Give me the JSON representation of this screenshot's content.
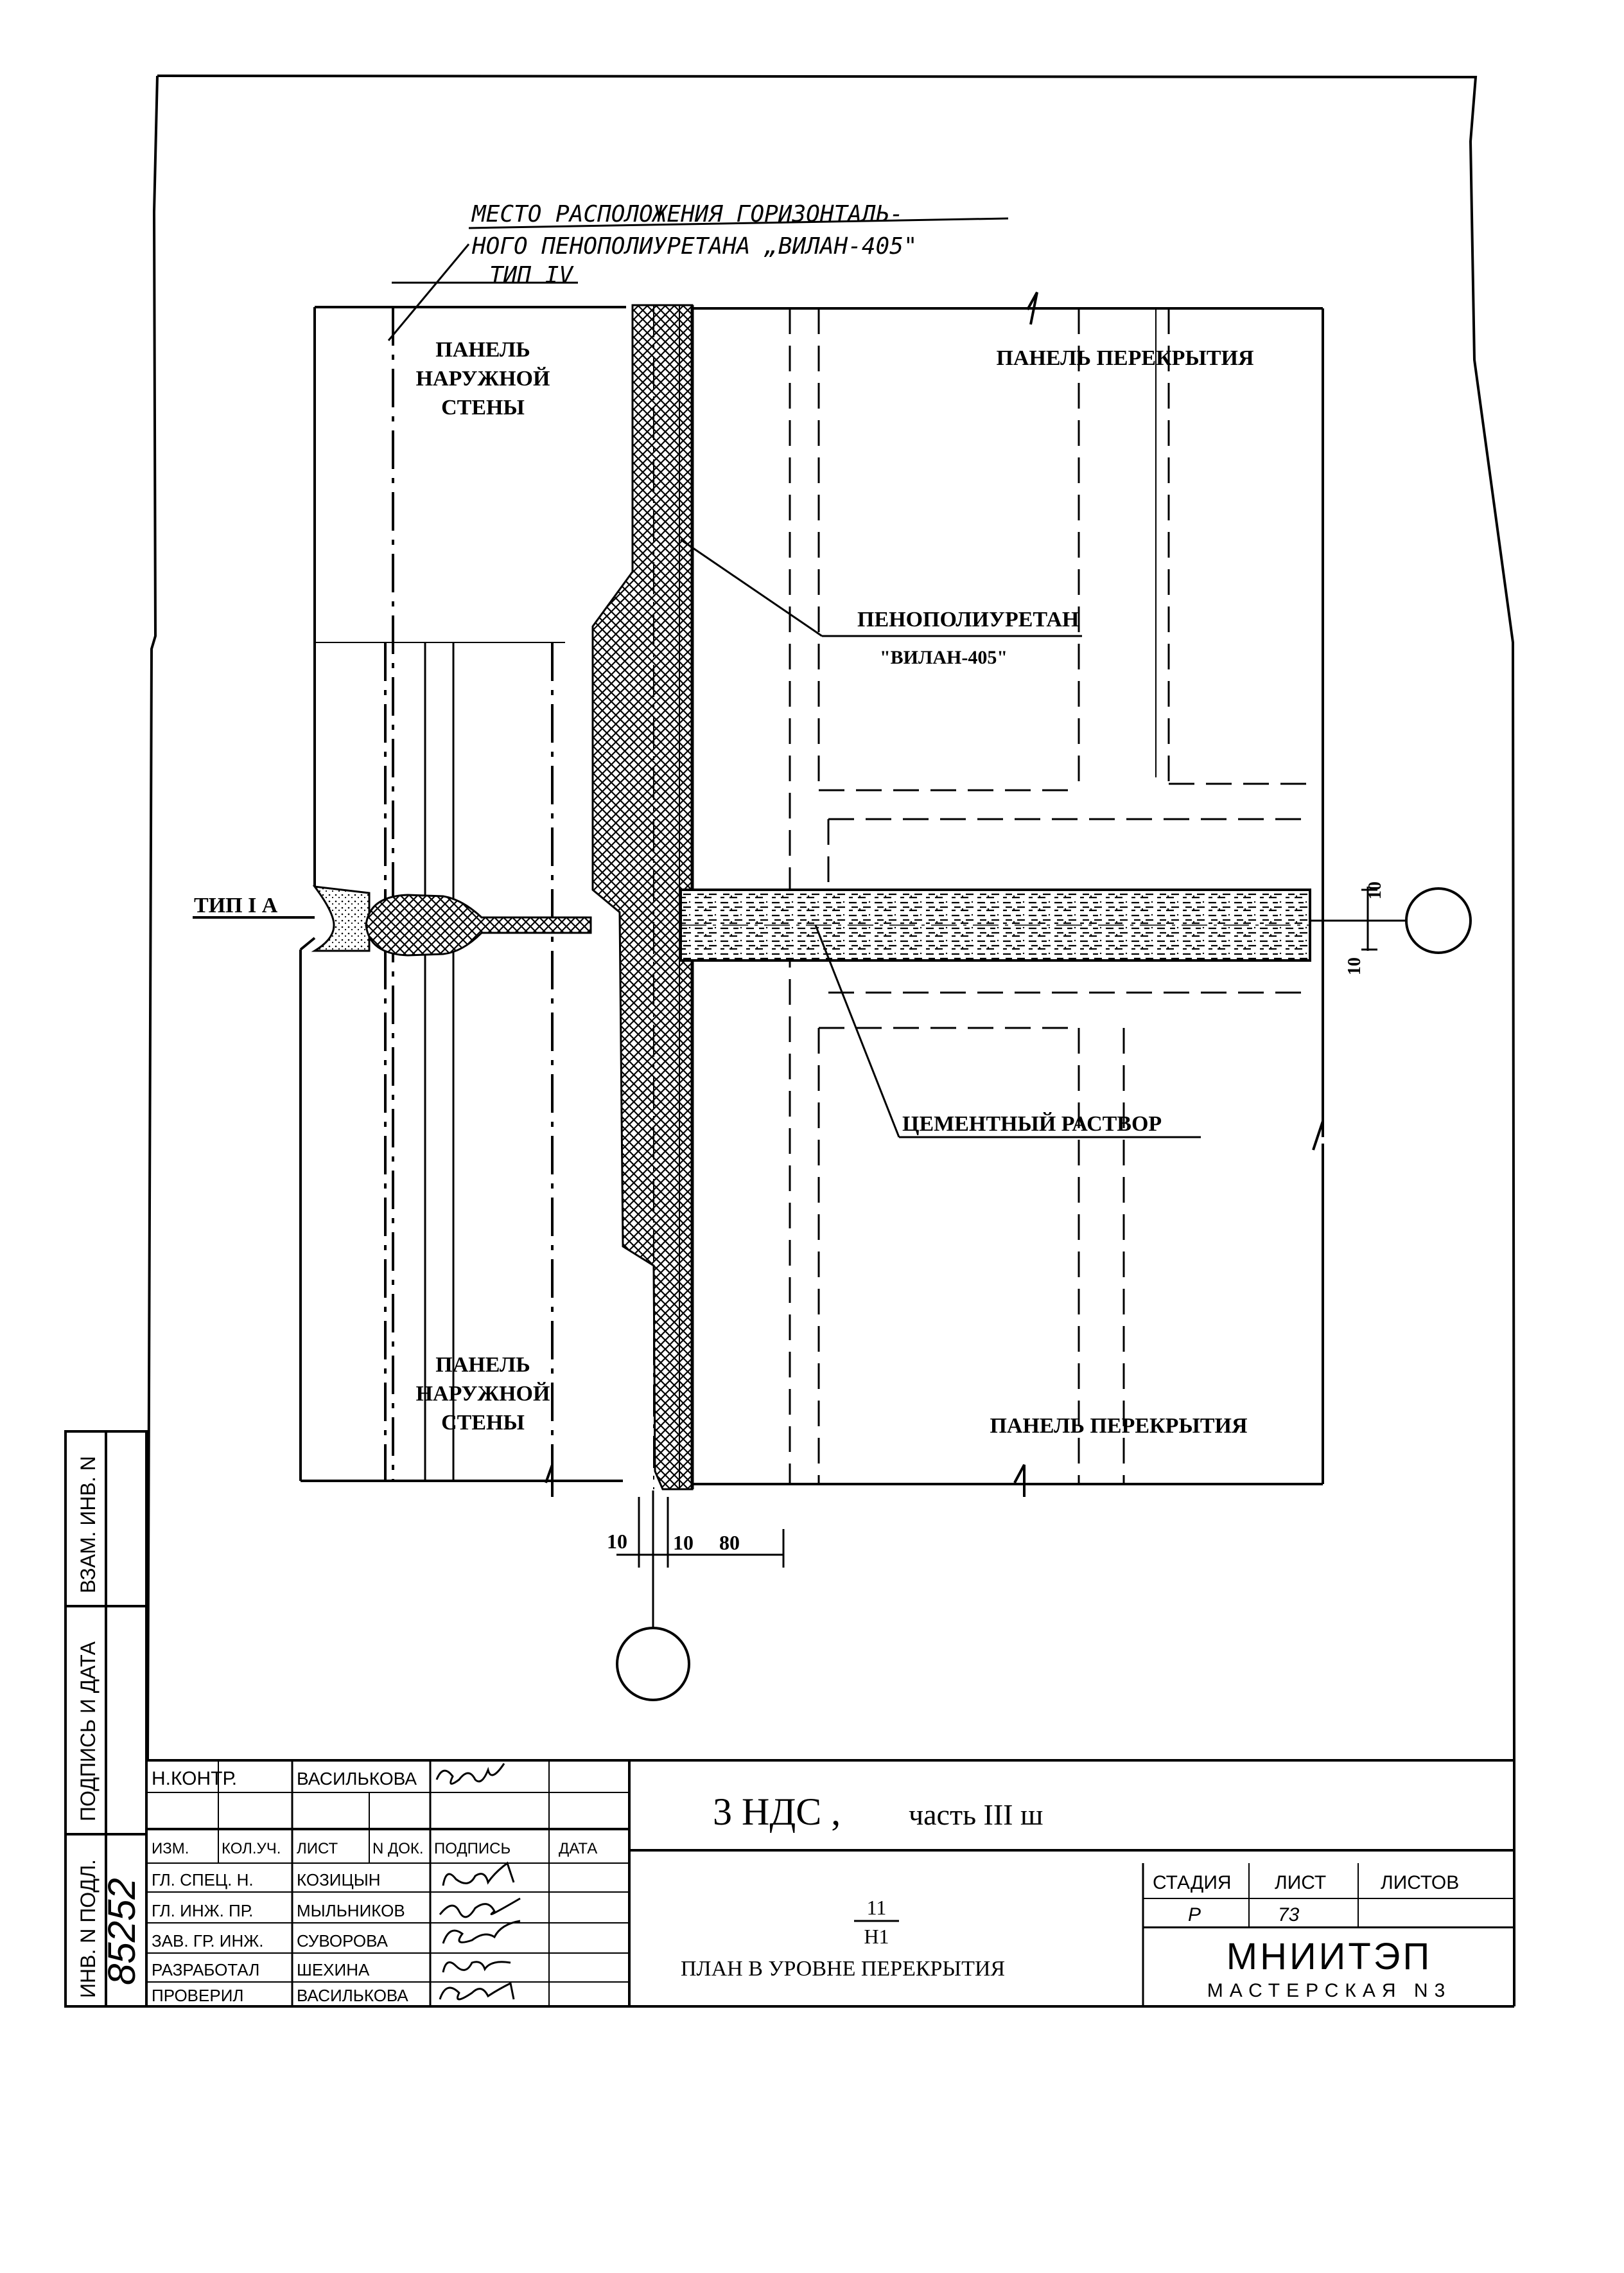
{
  "callouts": {
    "foam_location_line1": "МЕСТО РАСПОЛОЖЕНИЯ ГОРИЗОНТАЛЬ-",
    "foam_location_line2": "НОГО ПЕНОПОЛИУРЕТАНА „ВИЛАН-405\"",
    "foam_location_line3": "ТИП IV",
    "polyurethane_line1": "ПЕНОПОЛИУРЕТАН",
    "polyurethane_line2": "\"ВИЛАН-405\"",
    "cement_mortar": "ЦЕМЕНТНЫЙ РАСТВОР",
    "type_1a": "ТИП I А"
  },
  "panels": {
    "outer_wall_top": [
      "ПАНЕЛЬ",
      "НАРУЖНОЙ",
      "СТЕНЫ"
    ],
    "outer_wall_bottom": [
      "ПАНЕЛЬ",
      "НАРУЖНОЙ",
      "СТЕНЫ"
    ],
    "floor_top": "ПАНЕЛЬ ПЕРЕКРЫТИЯ",
    "floor_bottom": "ПАНЕЛЬ ПЕРЕКРЫТИЯ"
  },
  "dimensions": {
    "right_top": "10",
    "right_bottom": "10",
    "bottom_a": "10",
    "bottom_b": "10",
    "bottom_c": "80"
  },
  "side_stamp": {
    "vzam_inv": "ВЗАМ. ИНВ. N",
    "podpis_data": "ПОДПИСЬ И ДАТА",
    "inv_podl": "ИНВ. N ПОДЛ.",
    "inv_number": "85252"
  },
  "title_block": {
    "rows": [
      {
        "role": "Н.КОНТР.",
        "name": "ВАСИЛЬКОВА"
      },
      {
        "role": "",
        "name": ""
      },
      {
        "role": "ГЛ. СПЕЦ. Н.",
        "name": "КОЗИЦЫН"
      },
      {
        "role": "ГЛ. ИНЖ. ПР.",
        "name": "МЫЛЬНИКОВ"
      },
      {
        "role": "ЗАВ. ГР. ИНЖ.",
        "name": "СУВОРОВА"
      },
      {
        "role": "РАЗРАБОТАЛ",
        "name": "ШЕХИНА"
      },
      {
        "role": "ПРОВЕРИЛ",
        "name": "ВАСИЛЬКОВА"
      }
    ],
    "headers": {
      "izm": "ИЗМ.",
      "kol_uch": "КОЛ.УЧ.",
      "list": "ЛИСТ",
      "n_dok": "N ДОК.",
      "podpis": "ПОДПИСЬ",
      "data": "ДАТА"
    },
    "project_code": "3 НДС ,",
    "project_part": "часть III ш",
    "sheet_fraction_top": "11",
    "sheet_fraction_bottom": "Н1",
    "sheet_title": "ПЛАН В УРОВНЕ ПЕРЕКРЫТИЯ",
    "stage_header": "СТАДИЯ",
    "list_header": "ЛИСТ",
    "listov_header": "ЛИСТОВ",
    "stage_value": "Р",
    "list_value": "73",
    "listov_value": "",
    "org_name": "МНИИТЭП",
    "org_unit": "МАСТЕРСКАЯ N3"
  }
}
